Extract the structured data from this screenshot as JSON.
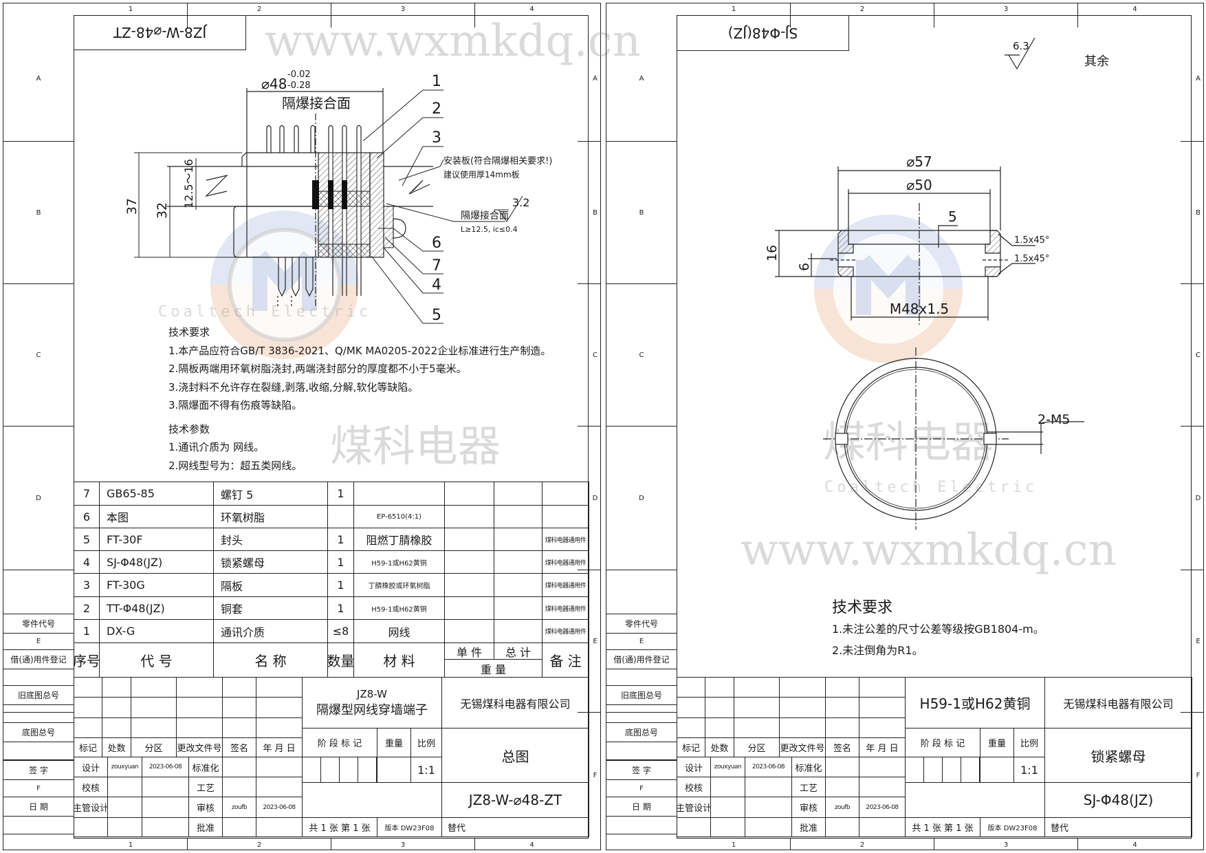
{
  "ruler": {
    "columns": [
      "1",
      "2",
      "3",
      "4"
    ],
    "rows": [
      "A",
      "B",
      "C",
      "D",
      "E",
      "F"
    ]
  },
  "register_labels": [
    "零件代号",
    "借(通)用件登记",
    "旧底图总号",
    "底图总号",
    "签 字",
    "日 期"
  ],
  "watermark": {
    "logo_text": "煤科电器",
    "logo_subtext": "Coaltech Electric",
    "url": "www.wxmkdq.cn",
    "colors": {
      "blue": "#c9d3ea",
      "orange": "#f3cfb6",
      "gray": "#a9a9a9"
    }
  },
  "sheets": [
    {
      "reversed_code": "JZ8-W-⌀48-ZT",
      "title_block": {
        "name_line1": "JZ8-W",
        "name_line2": "隔爆型网线穿墙端子",
        "company": "无锡煤科电器有限公司",
        "drawing_title": "总图",
        "drawing_number": "JZ8-W-⌀48-ZT",
        "stage_label": "阶 段 标 记",
        "weight_label": "重量",
        "scale_label": "比例",
        "scale": "1:1",
        "sheet_info": "共 1 张  第 1 张",
        "version": "版本 DW23F08",
        "replace_label": "替代",
        "revision_headers": [
          "标记",
          "处数",
          "分区",
          "更改文件号",
          "签名",
          "年 月 日"
        ],
        "sign_rows": [
          [
            "设计",
            "zouxyuan",
            "2023-06-08",
            "标准化",
            "",
            ""
          ],
          [
            "校核",
            "",
            "",
            "工艺",
            "",
            ""
          ],
          [
            "主管设计",
            "",
            "",
            "审核",
            "zoufb",
            "2023-06-08"
          ],
          [
            "",
            "",
            "",
            "批准",
            "",
            ""
          ]
        ]
      }
    },
    {
      "reversed_code": "SJ-Φ48(JZ)",
      "title_block": {
        "name_line1": "H59-1或H62黄铜",
        "company": "无锡煤科电器有限公司",
        "drawing_title": "锁紧螺母",
        "drawing_number": "SJ-Φ48(JZ)",
        "stage_label": "阶 段 标 记",
        "weight_label": "重量",
        "scale_label": "比例",
        "scale": "1:1",
        "sheet_info": "共 1 张  第 1 张",
        "version": "版本 DW23F08",
        "replace_label": "替代",
        "revision_headers": [
          "标记",
          "处数",
          "分区",
          "更改文件号",
          "签名",
          "年 月 日"
        ],
        "sign_rows": [
          [
            "设计",
            "zouxyuan",
            "2023-06-08",
            "标准化",
            "",
            ""
          ],
          [
            "校核",
            "",
            "",
            "工艺",
            "",
            ""
          ],
          [
            "主管设计",
            "",
            "",
            "审核",
            "zoufb",
            "2023-06-08"
          ],
          [
            "",
            "",
            "",
            "批准",
            "",
            ""
          ]
        ]
      }
    }
  ],
  "parts_table": {
    "headers": {
      "seq": "序号",
      "code": "代    号",
      "name": "名    称",
      "qty": "数量",
      "material": "材    料",
      "unit": "单 件",
      "total": "总 计",
      "weight": "重    量",
      "remark": "备 注"
    },
    "rows": [
      {
        "seq": "7",
        "code": "GB65-85",
        "name": "螺钉 5",
        "qty": "1",
        "material": "",
        "remark": ""
      },
      {
        "seq": "6",
        "code": "本图",
        "name": "环氧树脂",
        "qty": "",
        "material": "EP-6510(4:1)",
        "remark": ""
      },
      {
        "seq": "5",
        "code": "FT-30F",
        "name": "封头",
        "qty": "1",
        "material": "阻燃丁腈橡胶",
        "remark": "煤科电器通用件"
      },
      {
        "seq": "4",
        "code": "SJ-Φ48(JZ)",
        "name": "锁紧螺母",
        "qty": "1",
        "material": "H59-1或H62黄铜",
        "remark": "煤科电器通用件"
      },
      {
        "seq": "3",
        "code": "FT-30G",
        "name": "隔板",
        "qty": "1",
        "material": "丁腈橡胶或环氧树脂",
        "remark": "煤科电器通用件"
      },
      {
        "seq": "2",
        "code": "TT-Φ48(JZ)",
        "name": "铜套",
        "qty": "1",
        "material": "H59-1或H62黄铜",
        "remark": "煤科电器通用件"
      },
      {
        "seq": "1",
        "code": "DX-G",
        "name": "通讯介质",
        "qty": "≤8",
        "material": "网线",
        "remark": "煤科电器通用件"
      }
    ]
  },
  "left_drawing": {
    "dia": "⌀48",
    "tol_upper": "-0.02",
    "tol_lower": "-0.28",
    "flame_face_top": "隔爆接合面",
    "dim_37": "37",
    "dim_32": "32",
    "dim_range": "12.5～16",
    "balloons": [
      "1",
      "2",
      "3",
      "6",
      "7",
      "4",
      "5"
    ],
    "plate_note1": "安装板(符合隔爆相关要求!)",
    "plate_note2": "建议使用厚14mm板",
    "face_label": "隔爆接合面",
    "face_spec": "L≥12.5, ic≤0.4",
    "roughness": "3.2",
    "tech_req_title": "技术要求",
    "tech_req": [
      "1.本产品应符合GB/T 3836-2021、Q/MK MA0205-2022企业标准进行生产制造。",
      "2.隔板两端用环氧树脂浇封,两端浇封部分的厚度都不小于5毫米。",
      "3.浇封料不允许存在裂缝,剥落,收缩,分解,软化等缺陷。",
      "3.隔爆面不得有伤痕等缺陷。"
    ],
    "tech_param_title": "技术参数",
    "tech_params": [
      "1.通讯介质为 网线。",
      "2.网线型号为：超五类网线。"
    ]
  },
  "right_drawing": {
    "roughness_prefix": "其余",
    "roughness": "6.3",
    "dia_outer": "⌀57",
    "dia_inner": "⌀50",
    "dim_5": "5",
    "dim_16": "16",
    "dim_6": "6",
    "chamfer1": "1.5x45°",
    "chamfer2": "1.5x45°",
    "thread": "M48x1.5",
    "holes": "2-M5",
    "tech_req_title": "技术要求",
    "tech_req": [
      "1.未注公差的尺寸公差等级按GB1804-m。",
      "2.未注倒角为R1。"
    ]
  }
}
